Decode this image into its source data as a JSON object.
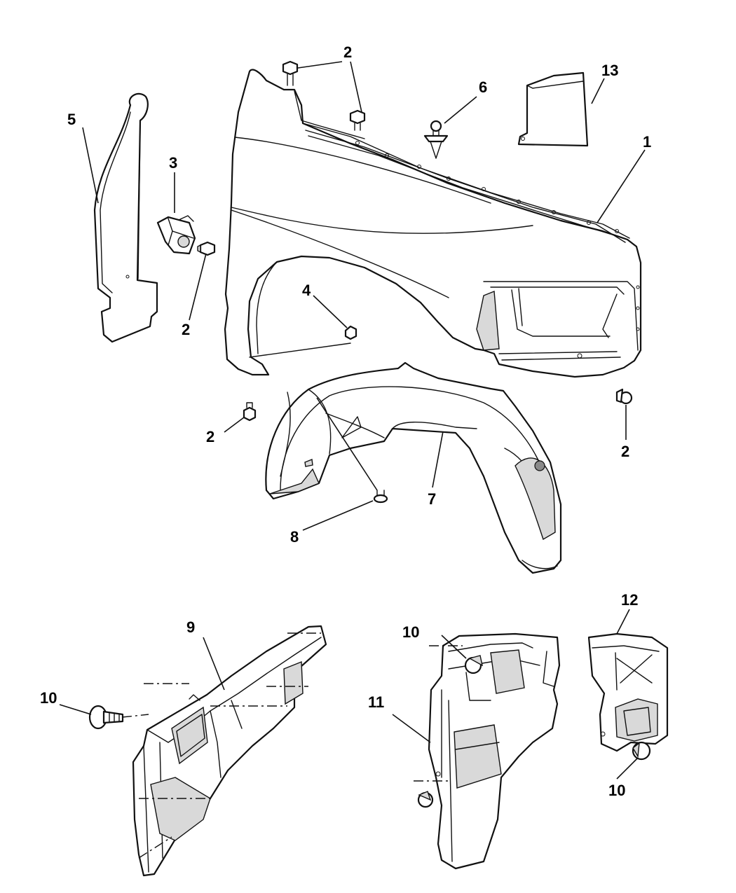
{
  "callouts": [
    {
      "id": "c2a",
      "label": "2"
    },
    {
      "id": "c2b",
      "label": "2"
    },
    {
      "id": "c13",
      "label": "13"
    },
    {
      "id": "c6",
      "label": "6"
    },
    {
      "id": "c5",
      "label": "5"
    },
    {
      "id": "c3",
      "label": "3"
    },
    {
      "id": "c1",
      "label": "1"
    },
    {
      "id": "c4",
      "label": "4"
    },
    {
      "id": "c2c",
      "label": "2"
    },
    {
      "id": "c2d",
      "label": "2"
    },
    {
      "id": "c2e",
      "label": "2"
    },
    {
      "id": "c7",
      "label": "7"
    },
    {
      "id": "c8",
      "label": "8"
    },
    {
      "id": "c12",
      "label": "12"
    },
    {
      "id": "c9",
      "label": "9"
    },
    {
      "id": "c10a",
      "label": "10"
    },
    {
      "id": "c10b",
      "label": "10"
    },
    {
      "id": "c11",
      "label": "11"
    },
    {
      "id": "c10c",
      "label": "10"
    }
  ]
}
